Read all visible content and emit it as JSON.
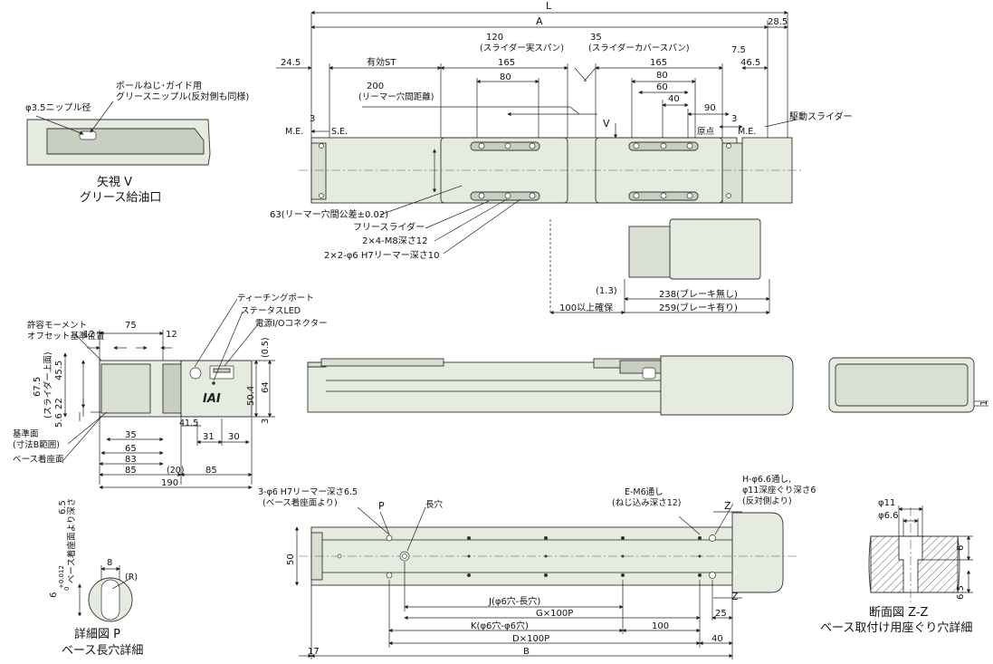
{
  "dims": {
    "top": {
      "L": "L",
      "A": "A",
      "d28_5": "28.5",
      "d24_5": "24.5",
      "yuko": "有効ST",
      "d120": "120",
      "span1": "(スライダー実スパン)",
      "d35": "35",
      "span2": "(スライダーカバースパン)",
      "d7_5": "7.5",
      "d165a": "165",
      "d165b": "165",
      "d46_5": "46.5",
      "d80a": "80",
      "d80b": "80",
      "d60": "60",
      "d40": "40",
      "d90": "90",
      "d200": "200",
      "ream": "(リーマー穴間距離)",
      "d3a": "3",
      "d3b": "3",
      "me1": "M.E.",
      "se": "S.E.",
      "me2": "M.E.",
      "genten": "原点",
      "V": "V",
      "kudo": "駆動スライダー",
      "d63": "63(リーマー穴間公差±0.02)",
      "free": "フリースライダー",
      "m8": "2×4-M8深さ12",
      "phi6": "2×2-φ6 H7リーマー深さ10",
      "d1_3": "(1.3)",
      "d238": "238(ブレーキ無し)",
      "d259": "259(ブレーキ有り)",
      "d100k": "100以上確保"
    },
    "viewV": {
      "nipple": "φ3.5ニップル径",
      "ball1": "ボールねじ･ガイド用",
      "ball2": "グリースニップル(反対側も同様)",
      "title1": "矢視 V",
      "title2": "グリース給油口"
    },
    "end": {
      "teach": "ティーチングポート",
      "led": "ステータスLED",
      "power": "電源I/Oコネクター",
      "moment1": "許容モーメント",
      "moment2": "オフセット基準位置",
      "d75": "75",
      "d12a": "12",
      "d12b": "12",
      "d0_5": "(0.5)",
      "d45_5": "45.5",
      "d67_5": "67.5",
      "slider": "(スライダー上面)",
      "d22": "22",
      "d5_6": "5.6",
      "d50_4": "50.4",
      "d64": "64",
      "d3": "3",
      "d41_5": "41.5",
      "d35": "35",
      "d31": "31",
      "d30": "30",
      "d65": "65",
      "kijun1": "基準面",
      "kijun2": "(寸法B範囲)",
      "base": "ベース着座面",
      "d83": "83",
      "d85a": "85",
      "d20": "(20)",
      "d85b": "85",
      "d190": "190",
      "logo": "IAI"
    },
    "side": {
      "d1": "1"
    },
    "bottom": {
      "r3": "3-φ6 H7リーマー深さ6.5",
      "r3b": "(ベース着座面より)",
      "P": "P",
      "nagaana": "長穴",
      "em6": "E-M6通し",
      "em6b": "(ねじ込み深さ12)",
      "h66": "H-φ6.6通し,",
      "h66b": "φ11深座ぐり深さ6",
      "h66c": "(反対側より)",
      "Z1": "Z",
      "Z2": "Z",
      "d50": "50",
      "J": "J(φ6穴-長穴)",
      "G": "G×100P",
      "K": "K(φ6穴-φ6穴)",
      "d100": "100",
      "d25": "25",
      "D": "D×100P",
      "d40": "40",
      "d17": "17",
      "B": "B"
    },
    "detailP": {
      "depth": "6.5",
      "depth2": "ベース着座面より深さ",
      "tol": "6",
      "tolsub": "+0.012",
      "tolsub2": "0",
      "d8": "8",
      "R": "(R)",
      "title1": "詳細図 P",
      "title2": "ベース長穴詳細"
    },
    "zz": {
      "phi11": "φ11",
      "phi66": "φ6.6",
      "d6": "6",
      "d6_5": "6.5",
      "title1": "断面図 Z-Z",
      "title2": "ベース取付け用座ぐり穴詳細"
    }
  }
}
